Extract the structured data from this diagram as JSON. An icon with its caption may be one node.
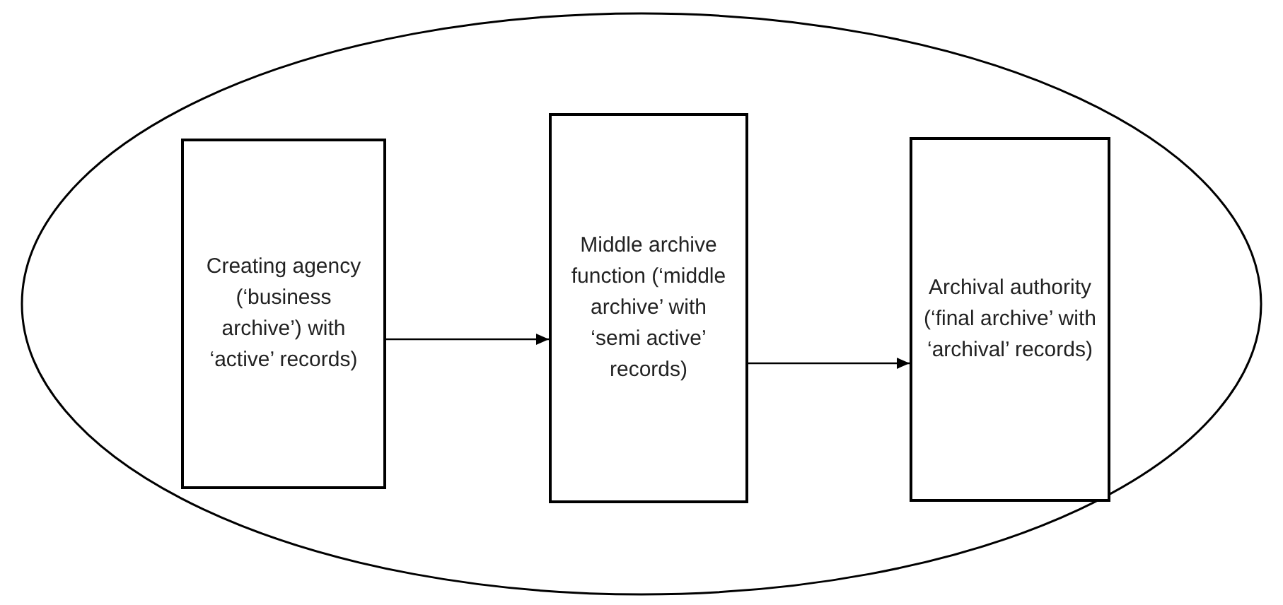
{
  "diagram": {
    "nodes": [
      {
        "text": [],
        "shape": "ellipse"
      },
      {
        "text": [
          "Creating agency (‘business archive’) with ‘active’ records)"
        ],
        "in": 0
      },
      {
        "text": [
          "Middle archive function (‘middle archive’ with ‘semi active’ records)"
        ],
        "in": 0
      },
      {
        "text": [
          "Archival authority (‘final archive’ with ‘archival’ records)"
        ],
        "in": 0
      }
    ],
    "edges": [
      {
        "from": 1,
        "to": 2,
        "arrow": "to"
      },
      {
        "from": 2,
        "to": 3,
        "arrow": "to"
      }
    ]
  }
}
